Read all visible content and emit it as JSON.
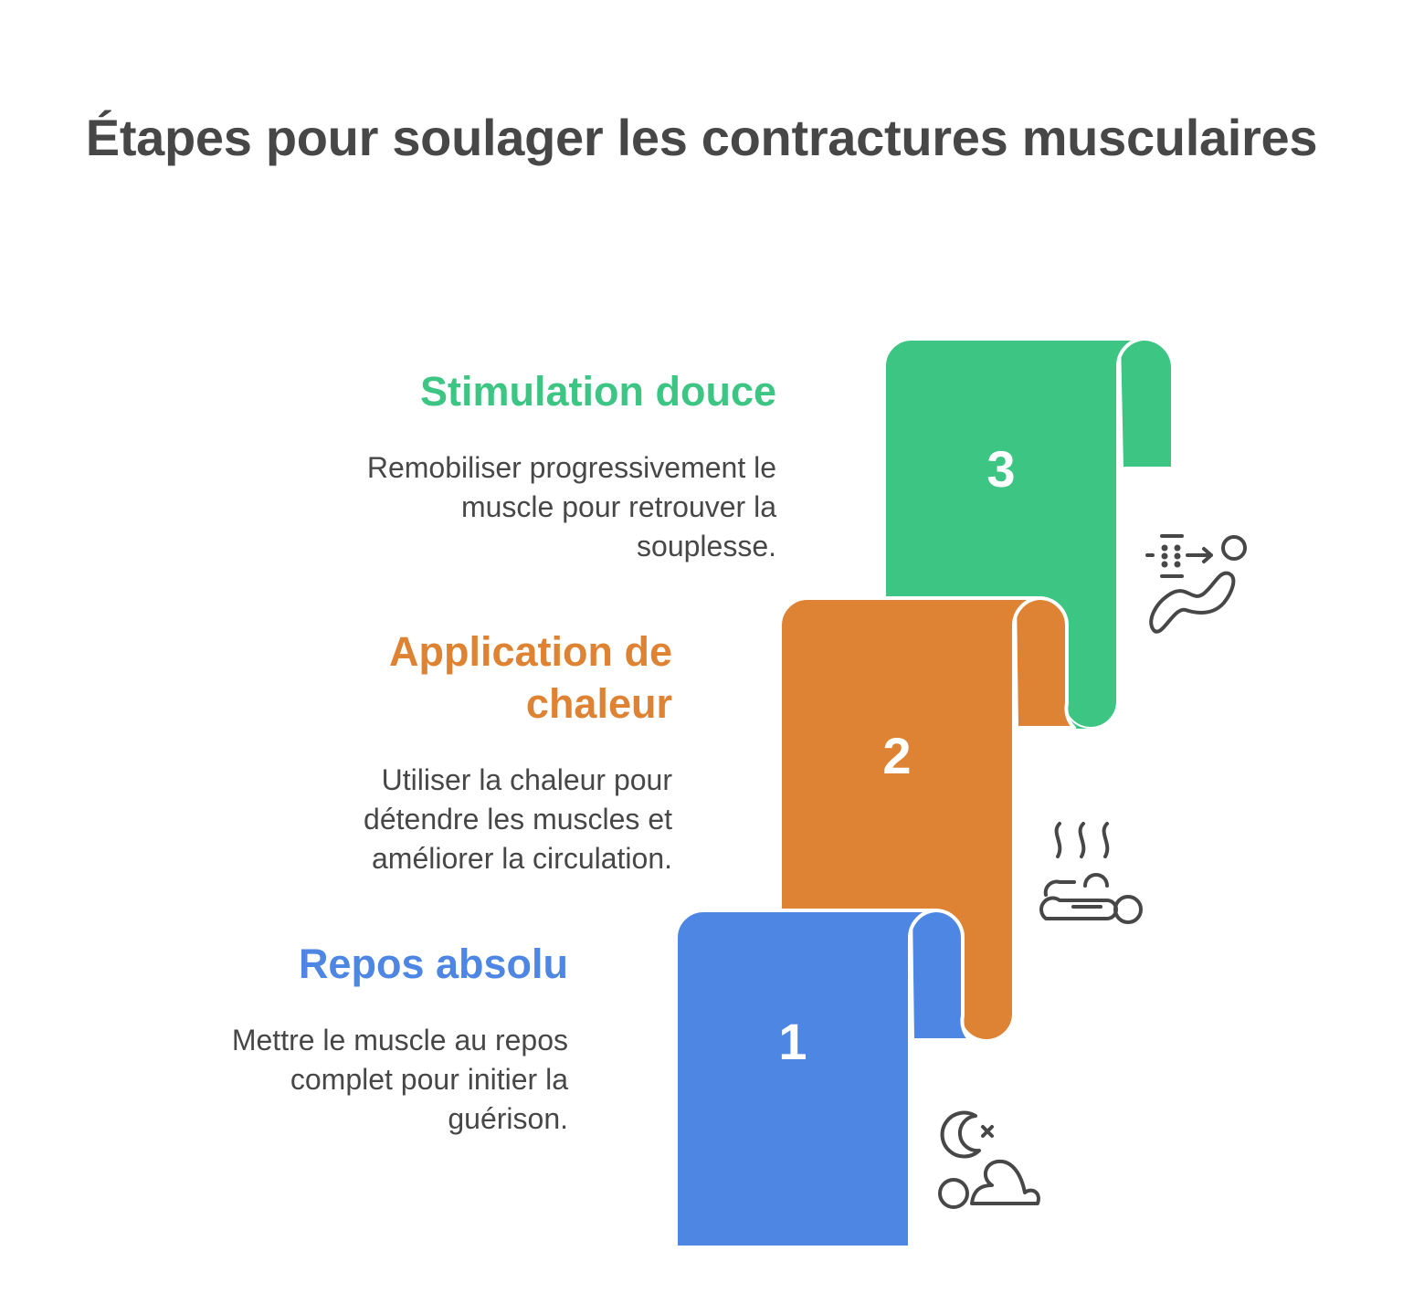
{
  "title": "Étapes pour soulager les contractures musculaires",
  "colors": {
    "green": "#3DC584",
    "orange": "#DE8333",
    "blue": "#4D87E3",
    "text": "#474747",
    "icon": "#474747"
  },
  "steps": [
    {
      "number": "1",
      "heading": "Repos absolu",
      "description": "Mettre le muscle au repos complet pour initier la guérison.",
      "color": "#4D87E3",
      "icon": "sleeping-person-icon"
    },
    {
      "number": "2",
      "heading": "Application de chaleur",
      "description": "Utiliser la chaleur pour détendre les muscles et améliorer la circulation.",
      "color": "#DE8333",
      "icon": "heat-pad-icon"
    },
    {
      "number": "3",
      "heading": "Stimulation douce",
      "description": "Remobiliser progressivement le muscle pour retrouver la souplesse.",
      "color": "#3DC584",
      "icon": "stretching-person-icon"
    }
  ]
}
